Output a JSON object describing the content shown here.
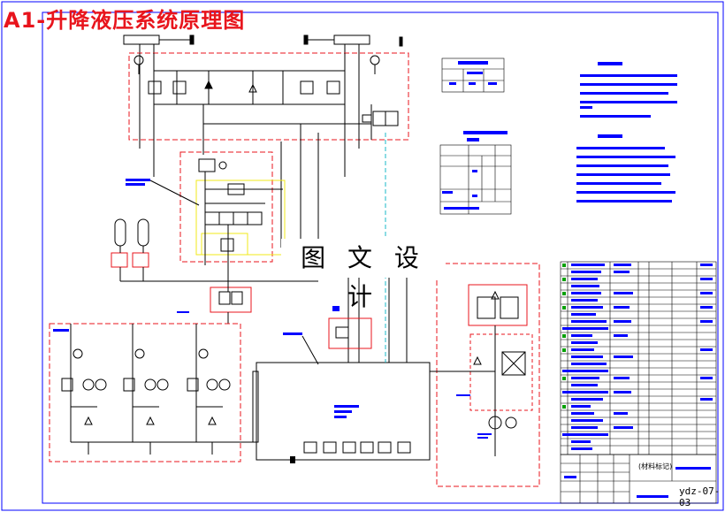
{
  "title": "A1-升降液压系统原理图",
  "watermark": "图 文 设 计",
  "title_block": {
    "owner": "(材料标记)",
    "drawing_number": "ydz-07-03"
  },
  "colors": {
    "border": "#0000ff",
    "line": "#000000",
    "redbox": "#e8141c",
    "yellowbox": "#f2e81a",
    "cyan": "#18b8c8",
    "green": "#00a000",
    "title": "#e8141c"
  }
}
